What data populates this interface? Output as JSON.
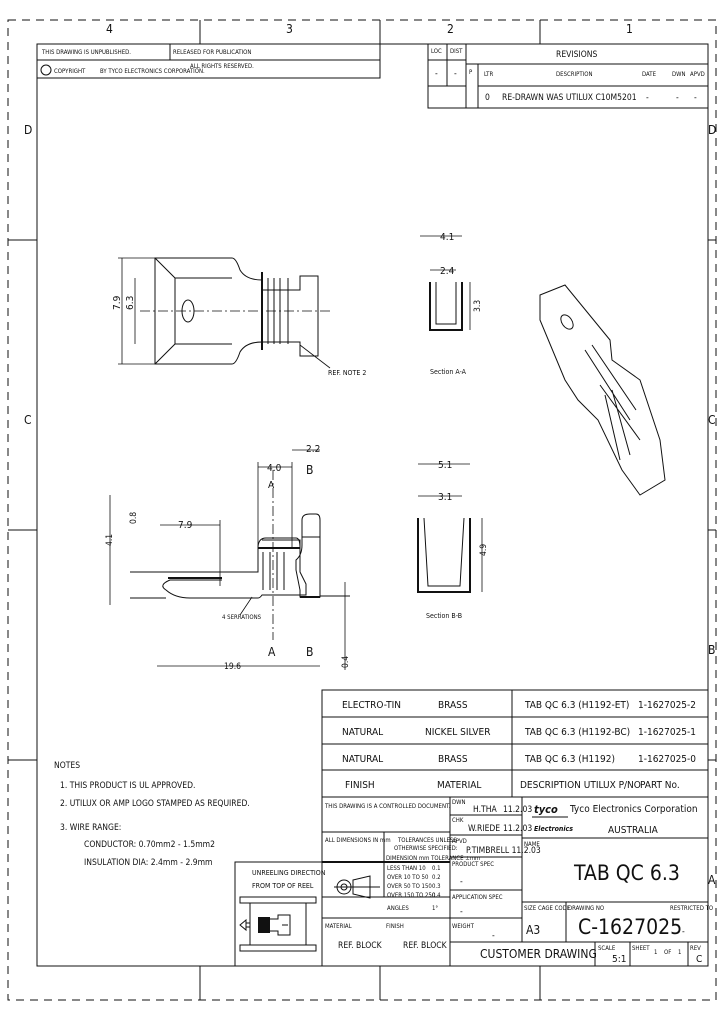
{
  "frame": {
    "columns": [
      "4",
      "3",
      "2",
      "1"
    ],
    "rows": [
      "D",
      "C",
      "B",
      "A"
    ]
  },
  "header": {
    "unpublished": "THIS DRAWING IS UNPUBLISHED.",
    "released": "RELEASED FOR PUBLICATION",
    "copyright": "COPYRIGHT",
    "by": "BY TYCO ELECTRONICS CORPORATION.",
    "rights": "ALL RIGHTS RESERVED."
  },
  "revisions": {
    "loc_label": "LOC",
    "dist_label": "DIST",
    "loc_value": "-",
    "dist_value": "-",
    "title": "REVISIONS",
    "p_label": "P",
    "columns": [
      "LTR",
      "DESCRIPTION",
      "DATE",
      "DWN",
      "APVD"
    ],
    "rows": [
      {
        "ltr": "0",
        "description": "RE-DRAWN WAS UTILUX C10M5201",
        "date": "-",
        "dwn": "-",
        "apvd": "-"
      }
    ]
  },
  "views": {
    "top": {
      "dim_width": "7.9",
      "dim_inner": "6.3",
      "ref_note": "REF. NOTE 2"
    },
    "section_a": {
      "label": "Section A-A",
      "dim_outer": "4.1",
      "dim_inner": "2.4",
      "dim_height": "3.3"
    },
    "section_b": {
      "label": "Section B-B",
      "dim_outer": "5.1",
      "dim_inner": "3.1",
      "dim_height": "4.9"
    },
    "side": {
      "dim_thick": "4.1",
      "dim_08": "0.8",
      "dim_tab": "7.9",
      "dim_crimp": "4.0",
      "dim_22": "2.2",
      "dim_total": "19.6",
      "dim_04": "0.4",
      "serrations": "4 SERRATIONS",
      "cut_a": "A",
      "cut_b": "B"
    }
  },
  "parts_table": {
    "rows": [
      {
        "finish": "ELECTRO-TIN",
        "material": "BRASS",
        "description": "TAB QC 6.3 (H1192-ET)",
        "part_no": "1-1627025-2"
      },
      {
        "finish": "NATURAL",
        "material": "NICKEL SILVER",
        "description": "TAB QC 6.3 (H1192-BC)",
        "part_no": "1-1627025-1"
      },
      {
        "finish": "NATURAL",
        "material": "BRASS",
        "description": "TAB QC 6.3 (H1192)",
        "part_no": "1-1627025-0"
      }
    ],
    "headers": {
      "finish": "FINISH",
      "material": "MATERIAL",
      "description": "DESCRIPTION UTILUX P/NO",
      "part_no": "PART No."
    }
  },
  "notes": {
    "title": "NOTES",
    "items": [
      "1. THIS PRODUCT IS UL APPROVED.",
      "2. UTILUX OR AMP LOGO STAMPED AS REQUIRED.",
      "3. WIRE RANGE:",
      "CONDUCTOR: 0.70mm2 - 1.5mm2",
      "INSULATION DIA: 2.4mm - 2.9mm"
    ]
  },
  "reel": {
    "line1": "UNREELING DIRECTION",
    "line2": "FROM TOP OF REEL"
  },
  "title_block": {
    "controlled": "THIS DRAWING IS A CONTROLLED DOCUMENT.",
    "dims_in": "ALL DIMENSIONS IN mm",
    "tol_title1": "TOLERANCES UNLESS",
    "tol_title2": "OTHERWISE SPECIFIED:",
    "tol_header": "DIMENSION mm  TOLERANCE ±mm",
    "tolerances": [
      {
        "range": "LESS THAN 10",
        "tol": "0.1"
      },
      {
        "range": "OVER 10 TO 50",
        "tol": "0.2"
      },
      {
        "range": "OVER 50 TO 150",
        "tol": "0.3"
      },
      {
        "range": "OVER 150 TO 250",
        "tol": "0.4"
      },
      {
        "range": "ANGLES",
        "tol": "1°"
      }
    ],
    "material_label": "MATERIAL",
    "material_value": "REF. BLOCK",
    "finish_label": "FINISH",
    "finish_value": "REF. BLOCK",
    "dwn_label": "DWN",
    "dwn_name": "H.THA",
    "dwn_date": "11.2.03",
    "chk_label": "CHK",
    "chk_name": "W.RIEDE",
    "chk_date": "11.2.03",
    "apvd_label": "APVD",
    "apvd_value": "P.TIMBRELL 11.2.03",
    "product_spec_label": "PRODUCT SPEC",
    "product_spec_value": "-",
    "application_spec_label": "APPLICATION SPEC",
    "application_spec_value": "-",
    "weight_label": "WEIGHT",
    "weight_value": "-",
    "logo_top": "tyco",
    "logo_bottom": "Electronics",
    "company": "Tyco Electronics Corporation",
    "location": "AUSTRALIA",
    "name_label": "NAME",
    "name_value": "TAB QC 6.3",
    "size_label": "SIZE",
    "size_value": "A3",
    "cage_label": "CAGE CODE",
    "drawing_no_label": "DRAWING NO",
    "drawing_no": "C-1627025",
    "restricted_label": "RESTRICTED TO",
    "restricted_value": "-",
    "customer_drawing": "CUSTOMER DRAWING",
    "scale_label": "SCALE",
    "scale_value": "5:1",
    "sheet_label": "SHEET",
    "sheet_value": "1",
    "of_label": "OF",
    "of_value": "1",
    "rev_label": "REV",
    "rev_value": "C"
  }
}
